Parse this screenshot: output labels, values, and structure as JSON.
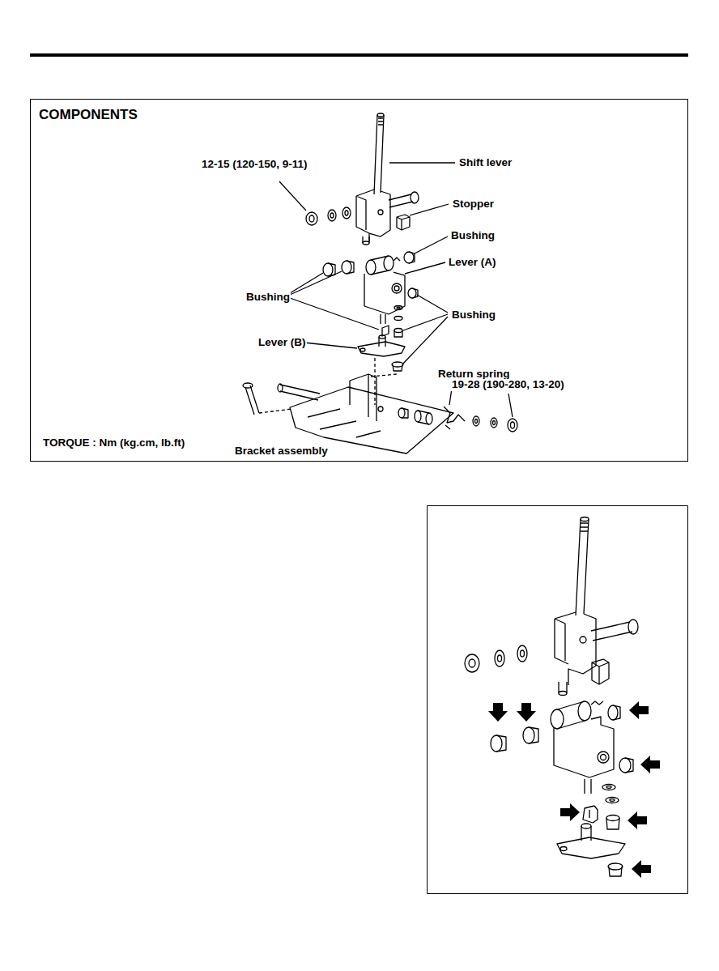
{
  "diagram": {
    "nodes": [
      {
        "text": [
          "COMPONENTS",
          "TORQUE : Nm (kg.cm, lb.ft)"
        ]
      }
    ],
    "labels": [
      "12-15 (120-150, 9-11)",
      "Shift lever",
      "Stopper",
      "Bushing",
      "Lever (A)",
      "Bushing",
      "Bushing",
      "Lever (B)",
      "Return spring",
      "19-28 (190-280, 13-20)",
      "Bracket assembly"
    ]
  }
}
